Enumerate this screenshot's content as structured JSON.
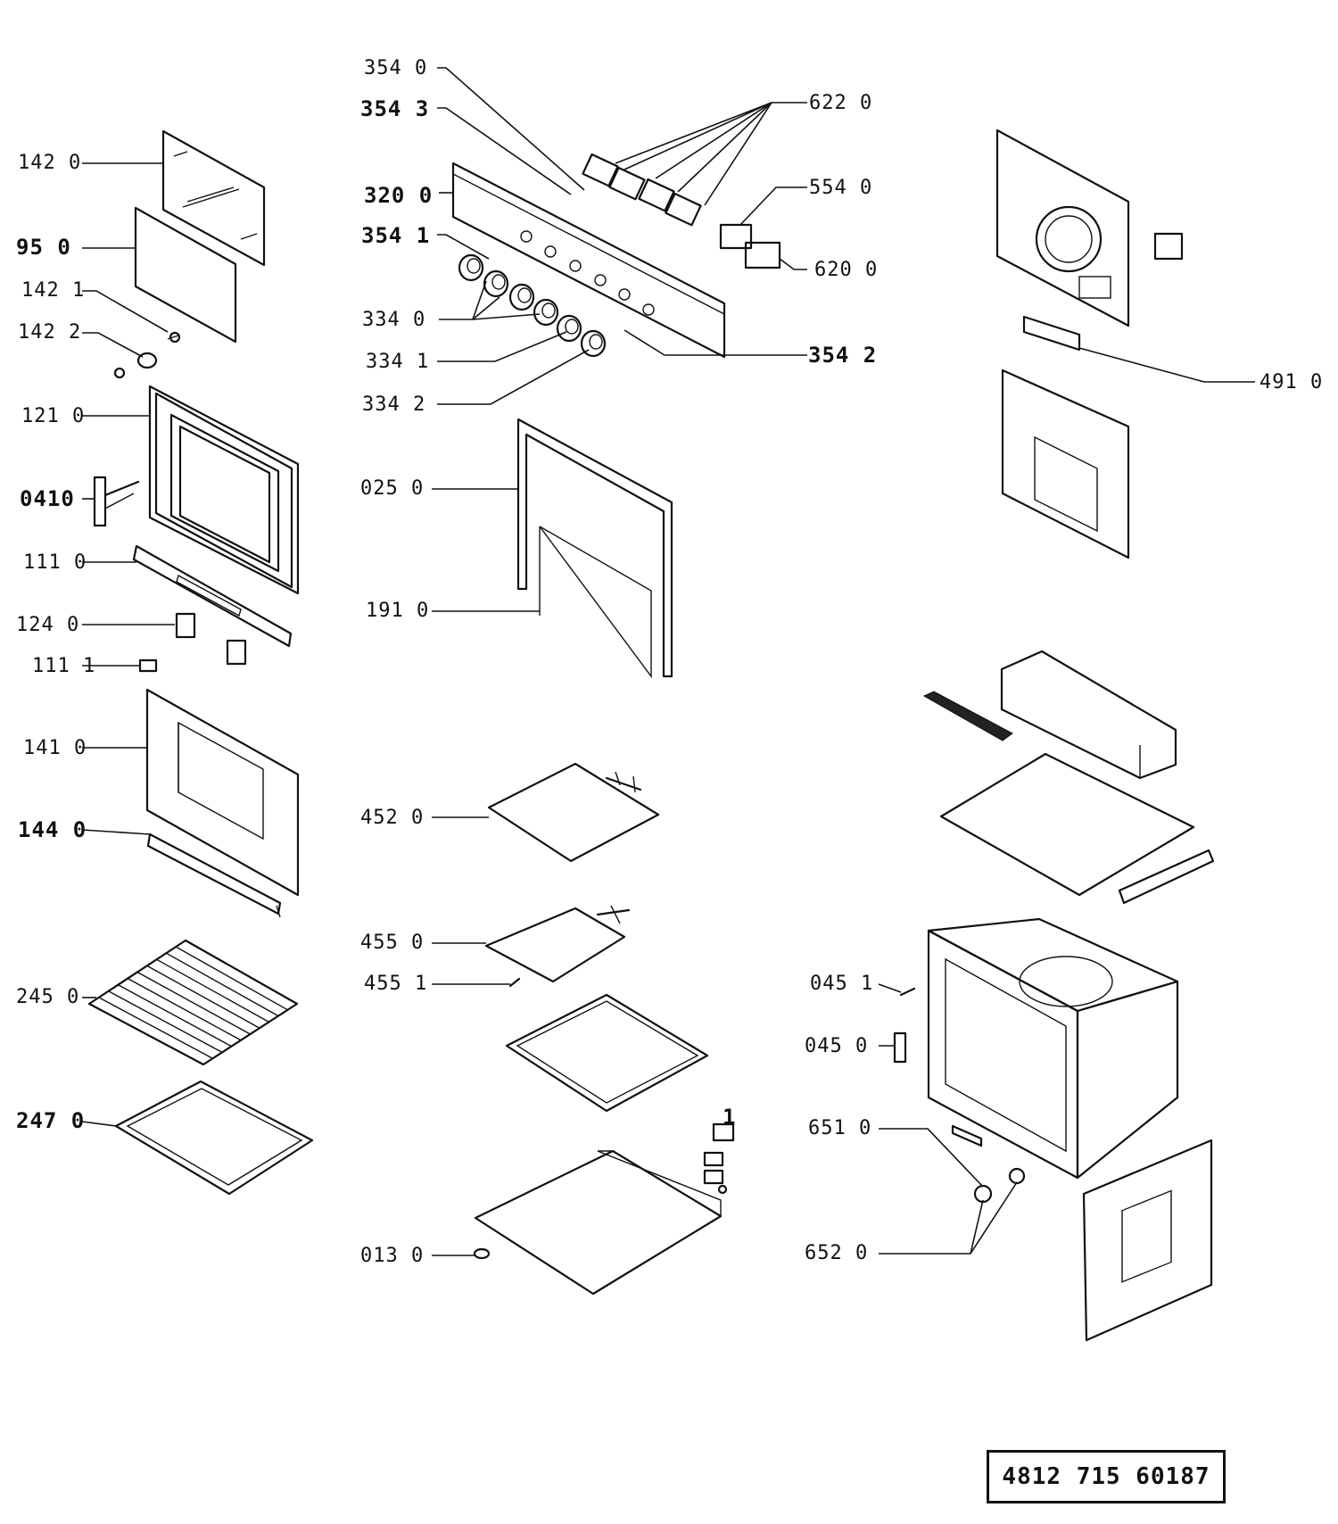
{
  "labels": {
    "l354_0": "354 0",
    "l354_3": "354 3",
    "l622_0": "622 0",
    "l320_0": "320 0",
    "l554_0": "554 0",
    "l354_1": "354 1",
    "l620_0": "620 0",
    "l334_0": "334 0",
    "l334_1": "334 1",
    "l334_2": "334 2",
    "l354_2": "354 2",
    "l142_0": "142 0",
    "l95_0": "95 0",
    "l142_1": "142 1",
    "l142_2": "142 2",
    "l121_0": "121 0",
    "l041_0": "0410",
    "l111_0": "111 0",
    "l124_0": "124 0",
    "l111_1": "111 1",
    "l141_0": "141 0",
    "l144_0": "144 0",
    "l245_0": "245 0",
    "l247_0": "247 0",
    "l025_0": "025 0",
    "l191_0": "191 0",
    "l452_0": "452 0",
    "l455_0": "455 0",
    "l455_1": "455 1",
    "l013_0": "013 0",
    "l491_0": "491 0",
    "l045_1": "045 1",
    "l045_0": "045 0",
    "l651_0": "651 0",
    "l652_0": "652 0",
    "l_1": "1"
  },
  "document_number": "4812  715  60187"
}
